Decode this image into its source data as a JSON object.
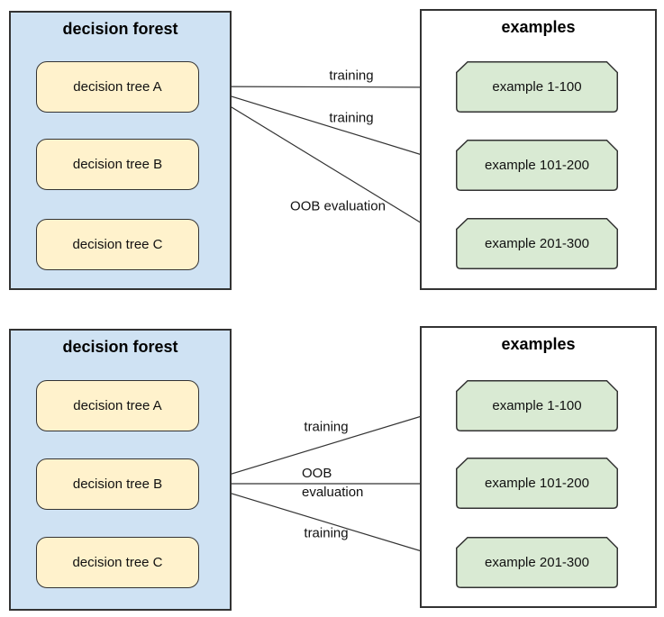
{
  "colors": {
    "forest_fill": "#cfe2f3",
    "tree_fill": "#fff2cc",
    "example_fill": "#d9ead3",
    "examples_box_fill": "#ffffff",
    "outline": "#333333",
    "arrow": "#333333"
  },
  "panels": [
    {
      "forest": {
        "title": "decision forest",
        "trees": [
          "decision tree A",
          "decision tree B",
          "decision tree C"
        ]
      },
      "examples": {
        "title": "examples",
        "items": [
          "example 1-100",
          "example 101-200",
          "example 201-300"
        ]
      },
      "arrows": [
        {
          "from": "decision tree A",
          "to": "example 1-100",
          "label": "training"
        },
        {
          "from": "decision tree A",
          "to": "example 101-200",
          "label": "training"
        },
        {
          "from": "decision tree A",
          "to": "example 201-300",
          "label": "OOB evaluation"
        }
      ]
    },
    {
      "forest": {
        "title": "decision forest",
        "trees": [
          "decision tree A",
          "decision tree B",
          "decision tree C"
        ]
      },
      "examples": {
        "title": "examples",
        "items": [
          "example 1-100",
          "example 101-200",
          "example 201-300"
        ]
      },
      "arrows": [
        {
          "from": "decision tree B",
          "to": "example 1-100",
          "label": "training"
        },
        {
          "from": "decision tree B",
          "to": "example 101-200",
          "label": "OOB evaluation"
        },
        {
          "from": "decision tree B",
          "to": "example 201-300",
          "label": "training"
        }
      ]
    }
  ]
}
